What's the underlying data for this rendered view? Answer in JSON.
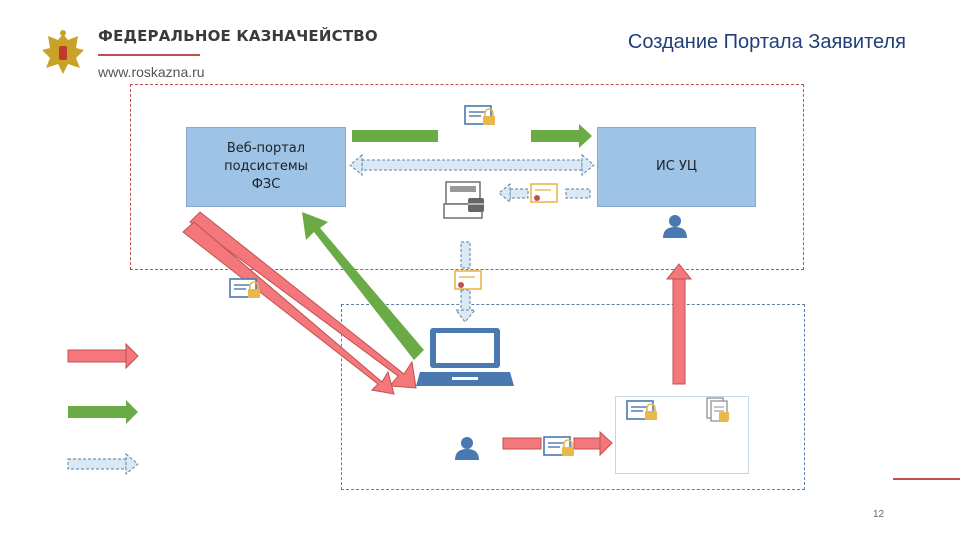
{
  "header": {
    "org_name": "ФЕДЕРАЛЬНОЕ КАЗНАЧЕЙСТВО",
    "url": "www.roskazna.ru",
    "slide_title": "Создание Портала Заявителя"
  },
  "diagram": {
    "portal_label": "Веб-портал\nподсистемы\nФЗС",
    "ca_label": "ИС УЦ"
  },
  "footer": {
    "page_number": "12"
  },
  "colors": {
    "red_arrow": "#f4777b",
    "green_arrow": "#6aab46",
    "dashed_arrow": "#dbe9f7",
    "accent": "#c0504d",
    "title": "#1f3e7a"
  },
  "icons": [
    "coat-of-arms-icon",
    "certificate-icon",
    "user-icon",
    "laptop-icon",
    "server-lock-icon",
    "document-stack-icon"
  ]
}
